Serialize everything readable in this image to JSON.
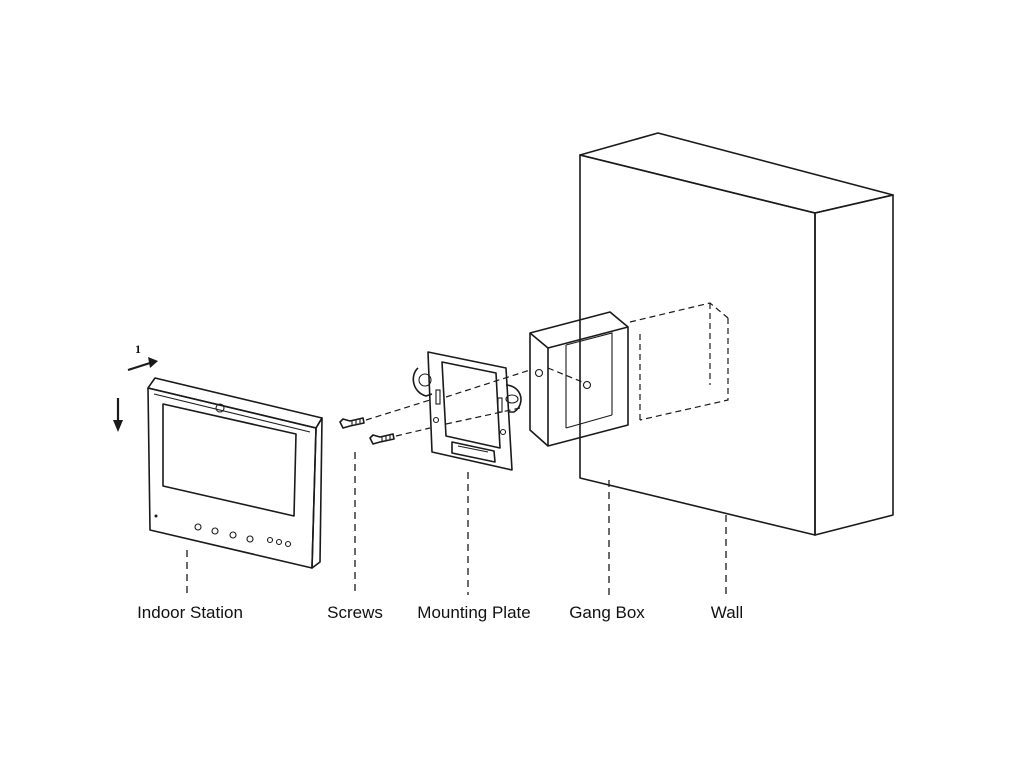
{
  "labels": {
    "indoor_station": "Indoor Station",
    "screws": "Screws",
    "mounting_plate": "Mounting Plate",
    "gang_box": "Gang Box",
    "wall": "Wall"
  },
  "step_marker": "1",
  "icons": {
    "step1_arrow": "arrow-right-icon",
    "step2_arrow": "arrow-down-icon"
  },
  "colors": {
    "line": "#1a1a1a",
    "background": "#ffffff"
  }
}
